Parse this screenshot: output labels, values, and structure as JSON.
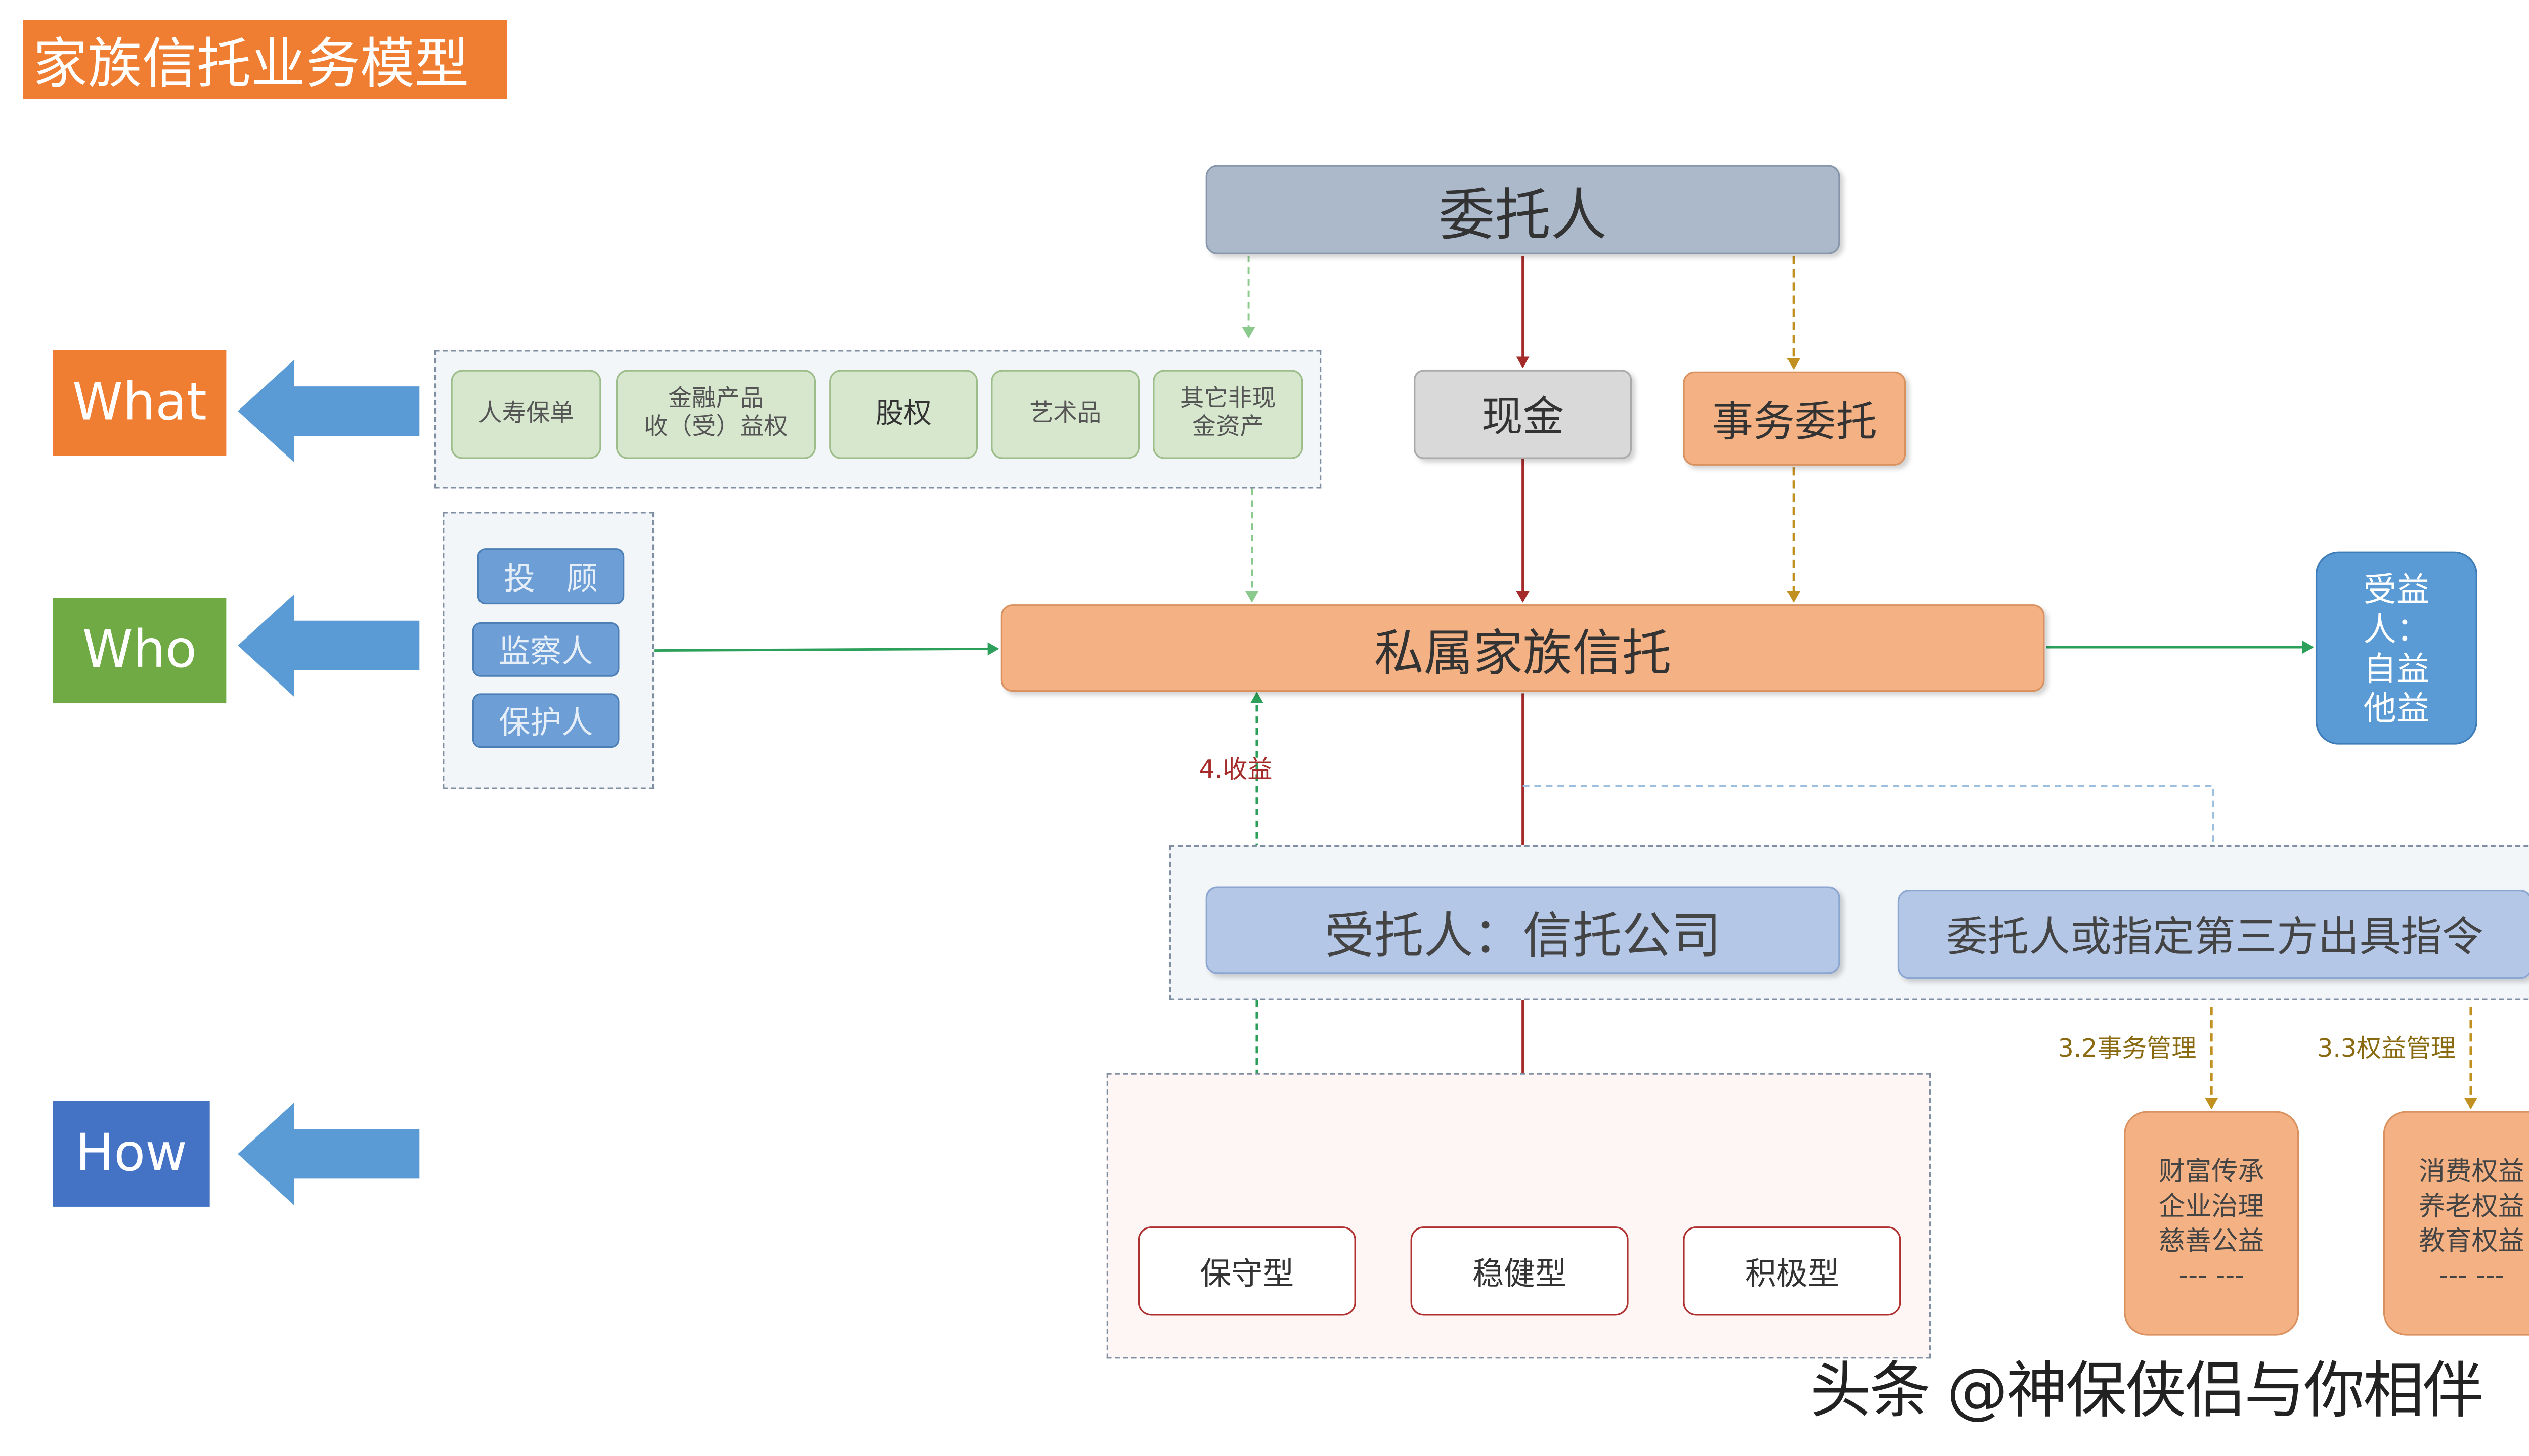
{
  "title": "家族信托业务模型",
  "side_labels": {
    "what": "What",
    "who": "Who",
    "how": "How"
  },
  "nodes": {
    "settlor": "委托人",
    "cash": "现金",
    "affairs_trust": "事务委托",
    "family_trust": "私属家族信托",
    "beneficiary": "受益\n人：\n自益\n他益",
    "trustee": "受托人：信托公司",
    "instruction": "委托人或指定第三方出具指令",
    "income_label": "4.收益",
    "affairs_mgmt_label": "3.2事务管理",
    "rights_mgmt_label": "3.3权益管理",
    "wealth_box": "财富传承\n企业治理\n慈善公益\n--- ---",
    "rights_box": "消费权益\n养老权益\n教育权益\n--- ---"
  },
  "assets": [
    {
      "label": "人寿保单"
    },
    {
      "label": "金融产品\n收（受）益权"
    },
    {
      "label": "股权"
    },
    {
      "label": "艺术品"
    },
    {
      "label": "其它非现\n金资产"
    }
  ],
  "roles": [
    {
      "label": "投　顾"
    },
    {
      "label": "监察人"
    },
    {
      "label": "保护人"
    }
  ],
  "strategies": [
    {
      "label": "保守型"
    },
    {
      "label": "稳健型"
    },
    {
      "label": "积极型"
    }
  ],
  "watermark": "头条 @神保侠侣与你相伴",
  "colors": {
    "orange": "#ef7e32",
    "green": "#6faa45",
    "blue": "#4472c4",
    "settlor_fill": "#acb9ca",
    "trust_fill": "#f4b183",
    "trustee_fill": "#b4c7e7",
    "beneficiary_fill": "#5b9bd5",
    "arrow_blue": "#5b9bd5",
    "line_red": "#a52a2a",
    "line_green": "#2ca05a",
    "line_gold": "#c09020"
  }
}
